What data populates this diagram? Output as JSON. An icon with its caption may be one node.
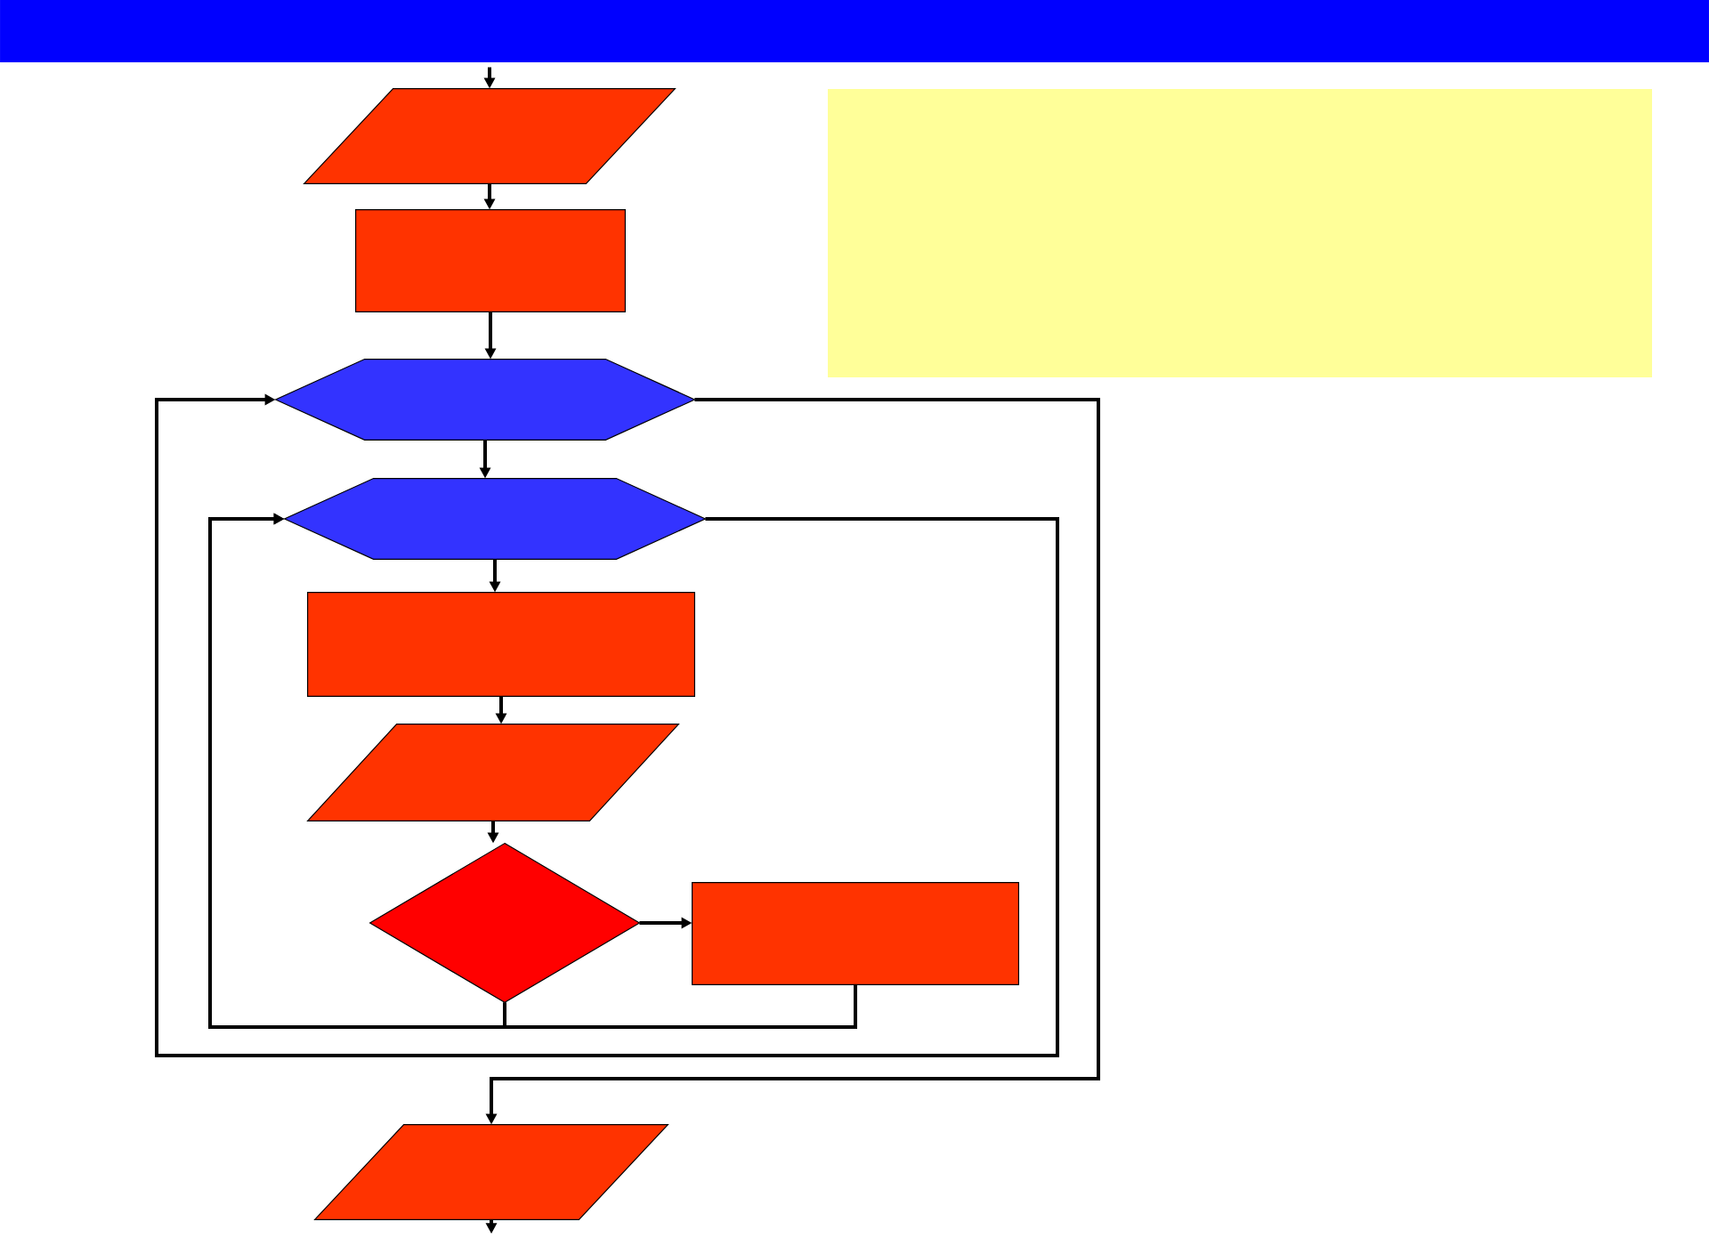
{
  "diagram": {
    "nodes": [
      {
        "text": [],
        "shape": "parallelogram"
      },
      {
        "text": [],
        "shape": "box"
      },
      {
        "text": [],
        "shape": "hexagon"
      },
      {
        "text": [],
        "shape": "hexagon"
      },
      {
        "text": [],
        "shape": "box"
      },
      {
        "text": [],
        "shape": "parallelogram"
      },
      {
        "text": [],
        "shape": "diamond"
      },
      {
        "text": [],
        "shape": "box"
      },
      {
        "text": [],
        "shape": "parallelogram"
      }
    ],
    "edges": [
      {
        "from": null,
        "to": 0,
        "arrow": "to"
      },
      {
        "from": 0,
        "to": 1,
        "arrow": "to"
      },
      {
        "from": 1,
        "to": 2,
        "arrow": "to"
      },
      {
        "from": 2,
        "to": 3,
        "arrow": "to"
      },
      {
        "from": 3,
        "to": 4,
        "arrow": "to"
      },
      {
        "from": 4,
        "to": 5,
        "arrow": "to"
      },
      {
        "from": 5,
        "to": 6,
        "arrow": "to"
      },
      {
        "from": 6,
        "to": 7,
        "arrow": "to"
      },
      {
        "from": 6,
        "to": 3,
        "arrow": "to"
      },
      {
        "from": 7,
        "to": 3,
        "arrow": "to"
      },
      {
        "from": 3,
        "to": 2,
        "arrow": "to"
      },
      {
        "from": 2,
        "to": 8,
        "arrow": "to"
      },
      {
        "from": 8,
        "to": null,
        "arrow": "to"
      }
    ]
  }
}
